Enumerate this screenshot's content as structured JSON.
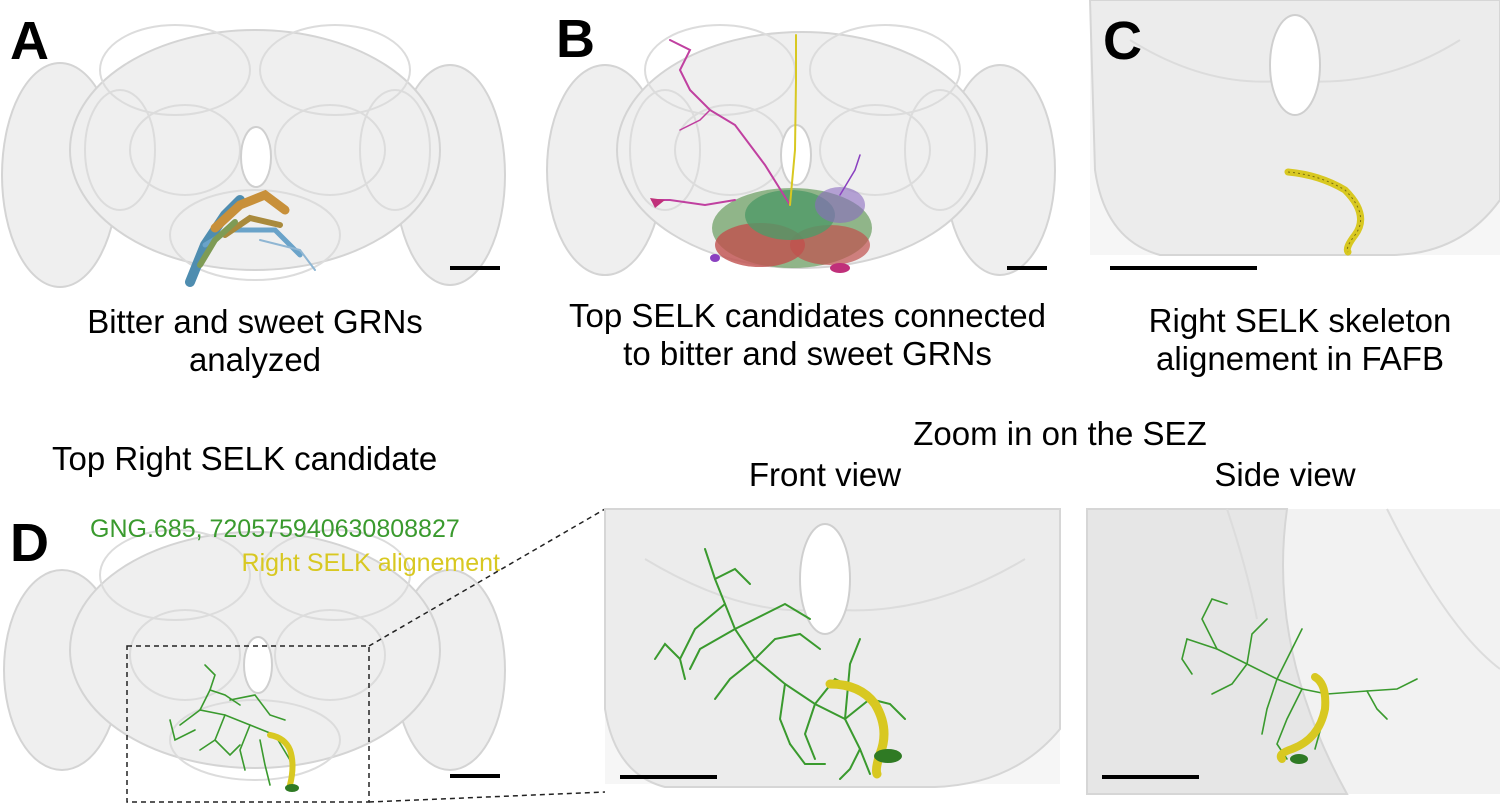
{
  "panels": {
    "a": {
      "letter": "A",
      "caption_line1": "Bitter and sweet GRNs",
      "caption_line2": "analyzed"
    },
    "b": {
      "letter": "B",
      "caption_line1": "Top SELK candidates connected",
      "caption_line2": "to bitter and sweet GRNs"
    },
    "c": {
      "letter": "C",
      "caption_line1": "Right SELK skeleton",
      "caption_line2": "alignement in FAFB"
    },
    "d": {
      "letter": "D",
      "title": "Top Right SELK candidate",
      "neuron_label": "GNG.685, 720575940630808827",
      "alignment_label": "Right SELK alignement",
      "zoom_title": "Zoom in on the SEZ",
      "front_view_title": "Front view",
      "side_view_title": "Side view"
    }
  },
  "colors": {
    "neuron_green": "#3a9a2e",
    "alignment_yellow": "#d8c821",
    "brain_fill": "#efefef",
    "brain_stroke": "#d2d2d2"
  }
}
